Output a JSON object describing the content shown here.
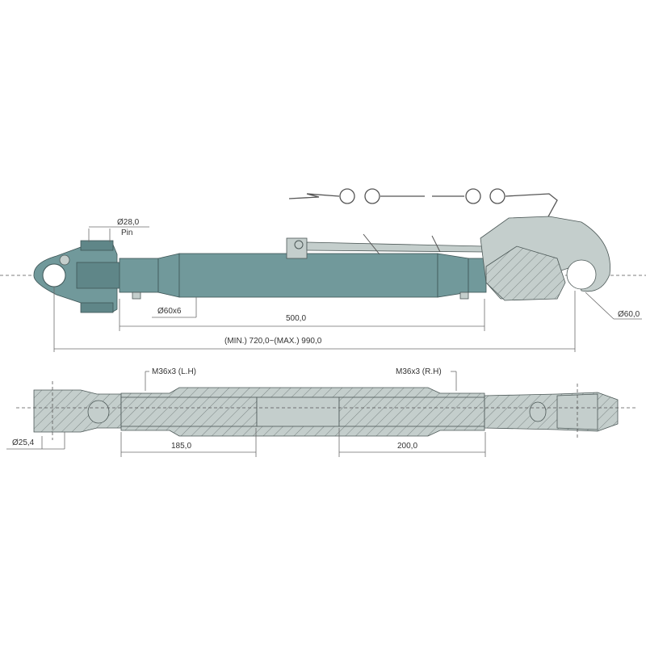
{
  "top_view": {
    "pin_diameter": "Ø28,0",
    "pin_label": "Pin",
    "tube_size": "Ø60x6",
    "tube_length": "500,0",
    "overall_length": "(MIN.) 720,0~(MAX.) 990,0",
    "hook_diameter": "Ø60,0"
  },
  "section_view": {
    "thread_left": "M36x3 (L.H)",
    "thread_right": "M36x3 (R.H)",
    "end_diameter": "Ø25,4",
    "left_thread_length": "185,0",
    "right_thread_length": "200,0"
  },
  "colors": {
    "body": "#71999b",
    "section": "#c4cecc"
  }
}
